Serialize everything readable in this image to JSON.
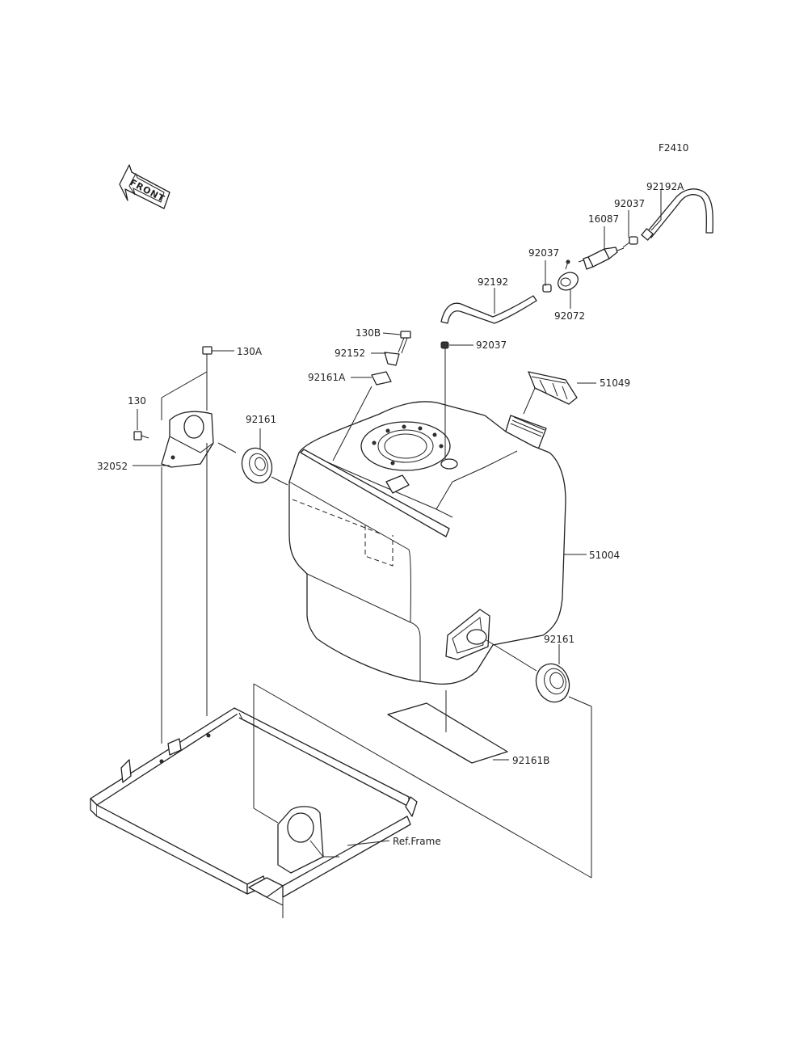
{
  "figure_code": "F2410",
  "front_arrow": "FRONT",
  "labels": {
    "p130A": "130A",
    "p130": "130",
    "p32052": "32052",
    "p92161_left": "92161",
    "p130B": "130B",
    "p92152": "92152",
    "p92161A": "92161A",
    "p92037_center": "92037",
    "p92192": "92192",
    "p92037_mid": "92037",
    "p92072": "92072",
    "p16087": "16087",
    "p92037_right": "92037",
    "p92192A": "92192A",
    "p51049": "51049",
    "p51004": "51004",
    "p92161_right": "92161",
    "p92161B": "92161B",
    "ref_frame": "Ref.Frame"
  },
  "icons": {
    "front_arrow": "front-direction-arrow"
  }
}
